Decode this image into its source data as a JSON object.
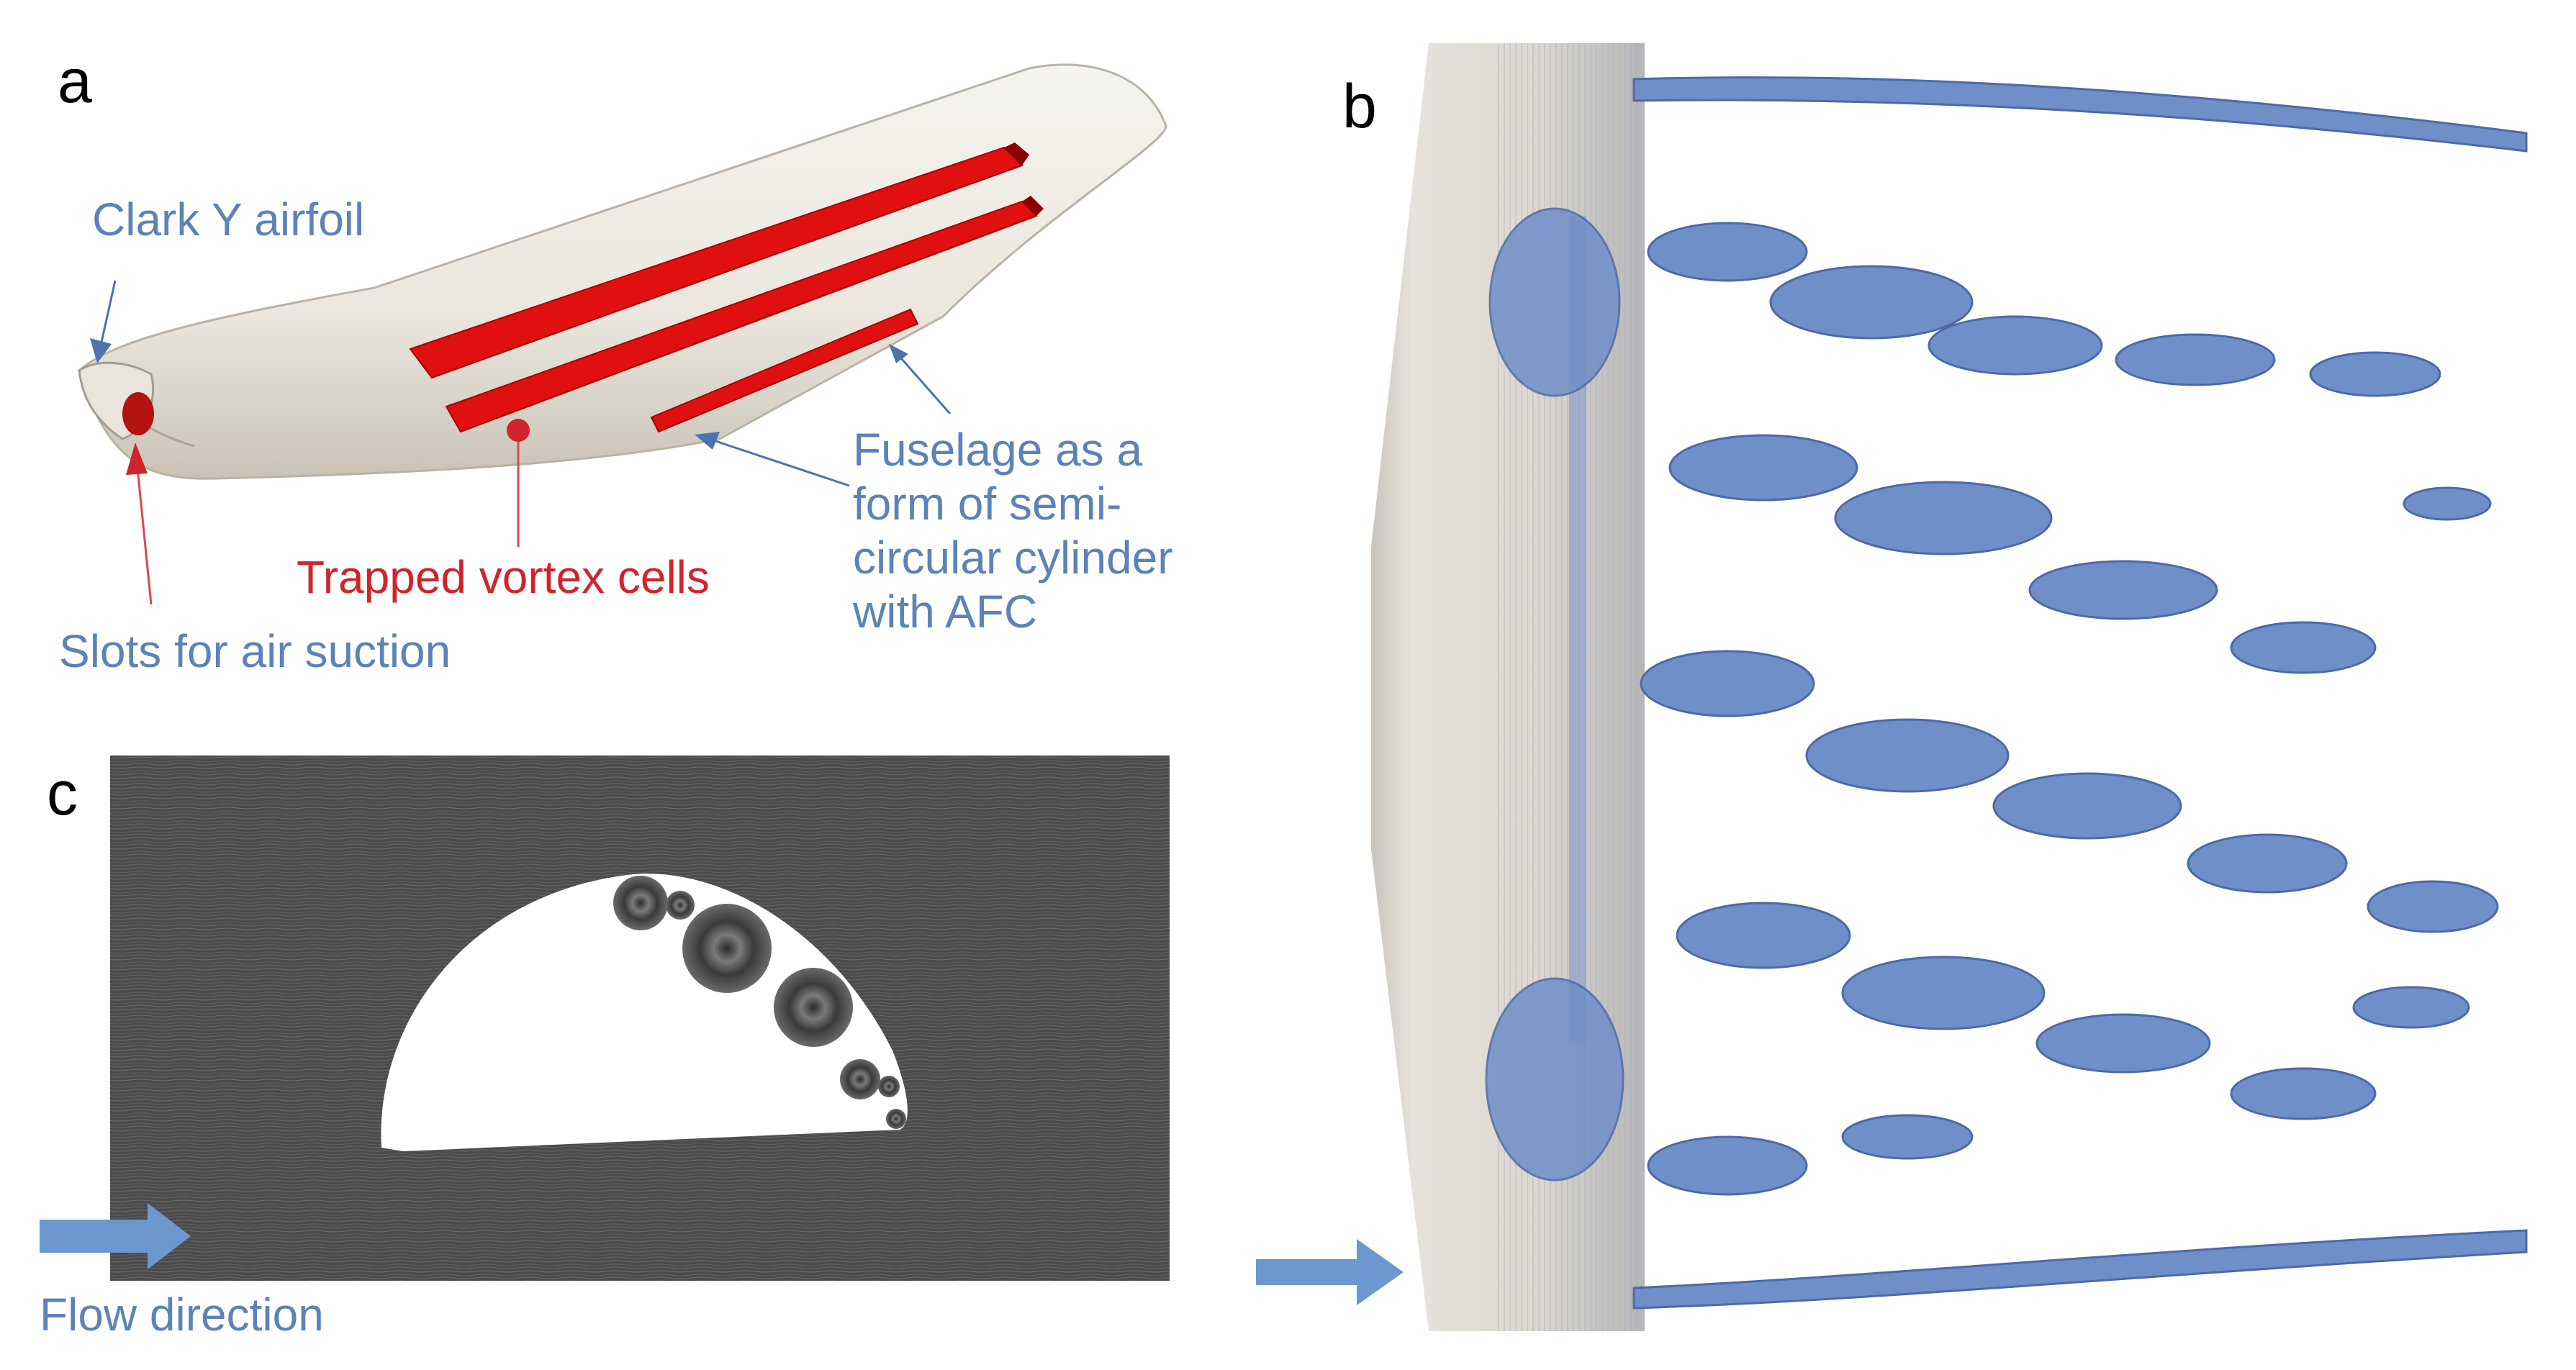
{
  "panels": {
    "a": {
      "letter": "a",
      "labels": {
        "airfoil": "Clark Y airfoil",
        "slots": "Slots for air suction",
        "cells": "Trapped vortex cells",
        "fuselage_lines": [
          "Fuselage as a",
          "form of semi-",
          "circular cylinder",
          "with AFC"
        ]
      }
    },
    "b": {
      "letter": "b"
    },
    "c": {
      "letter": "c",
      "flow_label": "Flow direction"
    }
  },
  "colors": {
    "annotation_blue": "#5b83b8",
    "annotation_red": "#d0242b",
    "wing_surface": "#efece4",
    "cells_red": "#e01010",
    "vortex_blue": "#6f8fc9",
    "streamline_bg": "#4a4a4a",
    "arrow_blue": "#6c97cf"
  }
}
